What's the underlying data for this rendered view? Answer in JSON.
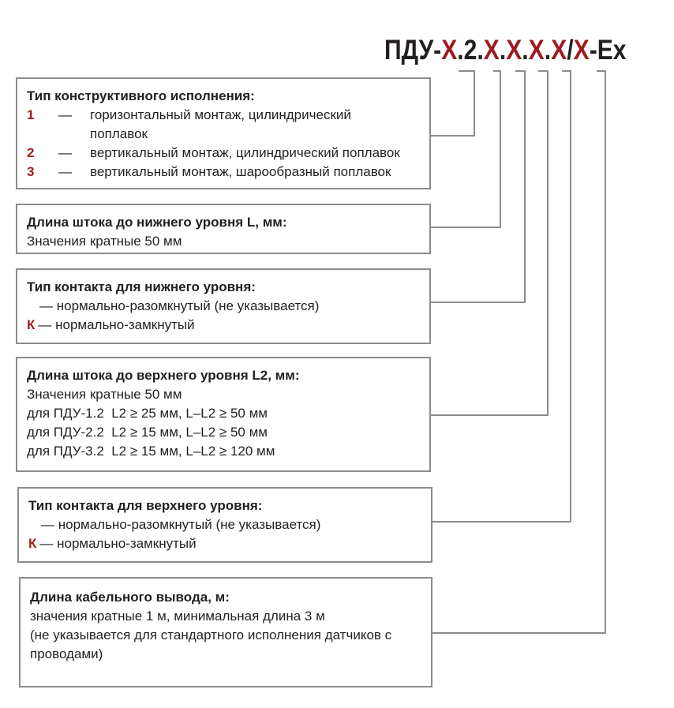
{
  "code": {
    "prefix": "ПДУ-",
    "parts": [
      {
        "text": "X",
        "red": true
      },
      {
        "text": ".2.",
        "red": false
      },
      {
        "text": "X",
        "red": true
      },
      {
        "text": ".",
        "red": false
      },
      {
        "text": "X",
        "red": true
      },
      {
        "text": ".",
        "red": false
      },
      {
        "text": "X",
        "red": true
      },
      {
        "text": ".",
        "red": false
      },
      {
        "text": "X",
        "red": true
      },
      {
        "text": "/",
        "red": false
      },
      {
        "text": "X",
        "red": true
      }
    ],
    "suffix": "-Ex"
  },
  "boxes": {
    "construction": {
      "title": "Тип конструктивного исполнения:",
      "options": [
        {
          "num": "1",
          "dash": "—",
          "text": "горизонтальный монтаж, цилиндрический поплавок"
        },
        {
          "num": "2",
          "dash": "—",
          "text": "вертикальный монтаж, цилиндрический поплавок"
        },
        {
          "num": "3",
          "dash": "—",
          "text": "вертикальный монтаж, шарообразный поплавок"
        }
      ]
    },
    "lower_length": {
      "title": "Длина штока до нижнего уровня L, мм:",
      "line1": "Значения кратные 50 мм"
    },
    "lower_contact": {
      "title": "Тип контакта для нижнего уровня:",
      "line1": "— нормально-разомкнутый (не указывается)",
      "k": "К",
      "line2": "— нормально-замкнутый"
    },
    "upper_length": {
      "title": "Длина штока до верхнего уровня L2, мм:",
      "line1": "Значения кратные 50 мм",
      "line2": "для ПДУ-1.2  L2 ≥ 25 мм, L–L2 ≥ 50 мм",
      "line3": "для ПДУ-2.2  L2 ≥ 15 мм, L–L2 ≥ 50 мм",
      "line4": "для ПДУ-3.2  L2 ≥ 15 мм, L–L2 ≥ 120 мм"
    },
    "upper_contact": {
      "title": "Тип контакта для верхнего уровня:",
      "line1": "— нормально-разомкнутый (не указывается)",
      "k": "К",
      "line2": "— нормально-замкнутый"
    },
    "cable": {
      "title": "Длина кабельного вывода, м:",
      "line1": "значения кратные 1 м, минимальная длина 3 м",
      "line2": "(не указывается для стандартного исполнения датчиков с проводами)"
    }
  },
  "colors": {
    "accent": "#9e1b1e",
    "text": "#231f20",
    "border": "#8c8c8c"
  }
}
